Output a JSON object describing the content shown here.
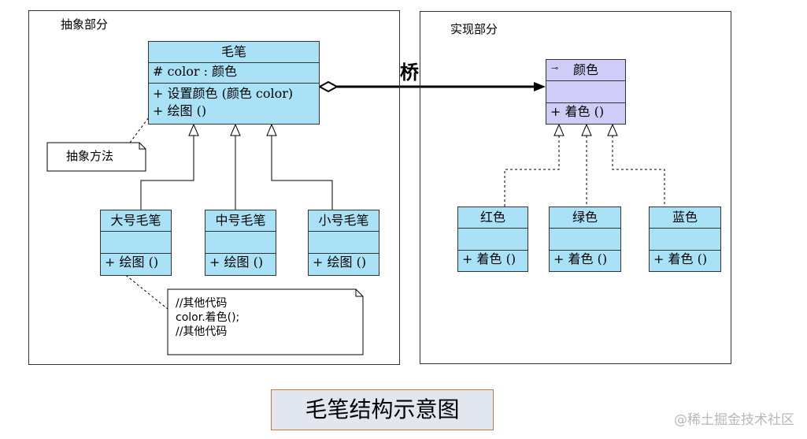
{
  "panels": {
    "abstraction_label": "抽象部分",
    "implementation_label": "实现部分"
  },
  "brush": {
    "name": "毛笔",
    "attribute": "# color : 颜色",
    "methods": [
      "+  设置颜色 (颜色 color)",
      "+  绘图 ()"
    ]
  },
  "subclasses": [
    {
      "name": "大号毛笔",
      "method": "+  绘图 ()"
    },
    {
      "name": "中号毛笔",
      "method": "+  绘图 ()"
    },
    {
      "name": "小号毛笔",
      "method": "+  绘图 ()"
    }
  ],
  "color": {
    "name": "颜色",
    "method": "+  着色 ()"
  },
  "colors": [
    {
      "name": "红色",
      "method": "+  着色 ()"
    },
    {
      "name": "绿色",
      "method": "+  着色 ()"
    },
    {
      "name": "蓝色",
      "method": "+  着色 ()"
    }
  ],
  "notes": {
    "abstract_method": "抽象方法",
    "code_lines": [
      "//其他代码",
      "color.着色();",
      "//其他代码"
    ]
  },
  "bridge_label": "桥",
  "caption": "毛笔结构示意图",
  "watermark": "@稀土掘金技术社区",
  "colors_palette": {
    "class_fill": "#a9e2f7",
    "interface_fill": "#cfcdf7",
    "caption_fill": "#e2e6ee",
    "caption_border": "#c07a3a"
  }
}
